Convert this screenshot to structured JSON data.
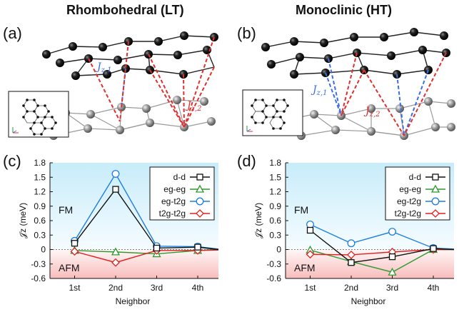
{
  "panels_top": {
    "left_title": "Rhombohedral (LT)",
    "right_title": "Monoclinic (HT)",
    "label_a": "(a)",
    "label_b": "(b)",
    "label_c": "(c)",
    "label_d": "(d)",
    "left_j1": "Jz,1",
    "left_j2": "Jz,2",
    "right_j1": "Jz,1",
    "right_j2": "Jz,2"
  },
  "chart_data": [
    {
      "type": "line",
      "panel": "(c)",
      "categories": [
        "1st",
        "2nd",
        "3rd",
        "4th"
      ],
      "xlabel": "Neighbor",
      "ylabel": "𝒥z (meV)",
      "ylim": [
        -0.6,
        1.8
      ],
      "yticks": [
        "1.8",
        "1.5",
        "1.2",
        "0.9",
        "0.6",
        "0.3",
        "0",
        "-0.3",
        "-0.6"
      ],
      "regions": [
        "FM",
        "AFM"
      ],
      "series": [
        {
          "name": "d-d",
          "color": "#111111",
          "marker": "square",
          "values": [
            0.13,
            1.25,
            0.03,
            0.05,
            0.0
          ]
        },
        {
          "name": "eg-eg",
          "color": "#2e9a2e",
          "marker": "triangle",
          "values": [
            -0.02,
            -0.05,
            -0.09,
            -0.02,
            0.0
          ]
        },
        {
          "name": "eg-t2g",
          "color": "#1e7fe0",
          "marker": "circle",
          "values": [
            0.18,
            1.57,
            0.07,
            0.06,
            0.01
          ]
        },
        {
          "name": "t2g-t2g",
          "color": "#e02020",
          "marker": "diamond",
          "values": [
            -0.04,
            -0.27,
            -0.02,
            -0.02,
            -0.01
          ]
        }
      ]
    },
    {
      "type": "line",
      "panel": "(d)",
      "categories": [
        "1st",
        "2nd",
        "3rd",
        "4th"
      ],
      "xlabel": "Neighbor",
      "ylabel": "𝒥z (meV)",
      "ylim": [
        -0.6,
        1.8
      ],
      "yticks": [
        "1.8",
        "1.5",
        "1.2",
        "0.9",
        "0.6",
        "0.3",
        "0",
        "-0.3",
        "-0.6"
      ],
      "regions": [
        "FM",
        "AFM"
      ],
      "series": [
        {
          "name": "d-d",
          "color": "#111111",
          "marker": "square",
          "values": [
            0.4,
            -0.27,
            -0.15,
            0.02,
            0.0
          ]
        },
        {
          "name": "eg-eg",
          "color": "#2e9a2e",
          "marker": "triangle",
          "values": [
            -0.01,
            -0.25,
            -0.47,
            0.0,
            0.0
          ]
        },
        {
          "name": "eg-t2g",
          "color": "#1e7fe0",
          "marker": "circle",
          "values": [
            0.52,
            0.13,
            0.37,
            0.03,
            0.01
          ]
        },
        {
          "name": "t2g-t2g",
          "color": "#e02020",
          "marker": "diamond",
          "values": [
            -0.1,
            -0.11,
            -0.05,
            0.0,
            0.0
          ]
        }
      ]
    }
  ]
}
